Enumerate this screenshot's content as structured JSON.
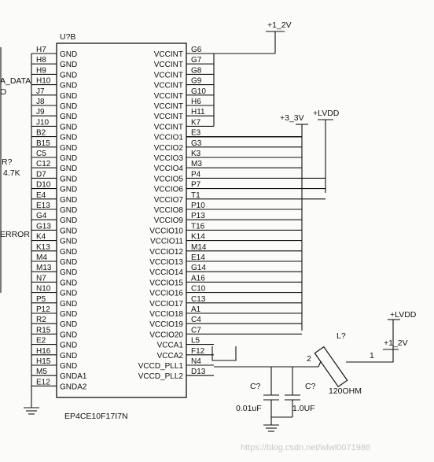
{
  "part": {
    "ref": "U?B",
    "name": "EP4CE10F17I7N"
  },
  "left_pins": [
    {
      "pin": "H7",
      "name": "GND"
    },
    {
      "pin": "H8",
      "name": "GND"
    },
    {
      "pin": "H9",
      "name": "GND"
    },
    {
      "pin": "H10",
      "name": "GND"
    },
    {
      "pin": "J7",
      "name": "GND"
    },
    {
      "pin": "J8",
      "name": "GND"
    },
    {
      "pin": "J9",
      "name": "GND"
    },
    {
      "pin": "J10",
      "name": "GND"
    },
    {
      "pin": "B2",
      "name": "GND"
    },
    {
      "pin": "B15",
      "name": "GND"
    },
    {
      "pin": "C5",
      "name": "GND"
    },
    {
      "pin": "C12",
      "name": "GND"
    },
    {
      "pin": "D7",
      "name": "GND"
    },
    {
      "pin": "D10",
      "name": "GND"
    },
    {
      "pin": "E4",
      "name": "GND"
    },
    {
      "pin": "E13",
      "name": "GND"
    },
    {
      "pin": "G4",
      "name": "GND"
    },
    {
      "pin": "G13",
      "name": "GND"
    },
    {
      "pin": "K4",
      "name": "GND"
    },
    {
      "pin": "K13",
      "name": "GND"
    },
    {
      "pin": "M4",
      "name": "GND"
    },
    {
      "pin": "M13",
      "name": "GND"
    },
    {
      "pin": "N7",
      "name": "GND"
    },
    {
      "pin": "N10",
      "name": "GND"
    },
    {
      "pin": "P5",
      "name": "GND"
    },
    {
      "pin": "P12",
      "name": "GND"
    },
    {
      "pin": "R2",
      "name": "GND"
    },
    {
      "pin": "R15",
      "name": "GND"
    },
    {
      "pin": "E2",
      "name": "GND"
    },
    {
      "pin": "H16",
      "name": "GND"
    },
    {
      "pin": "H15",
      "name": "GND"
    },
    {
      "pin": "M5",
      "name": "GNDA1"
    },
    {
      "pin": "E12",
      "name": "GNDA2"
    }
  ],
  "right_pins": [
    {
      "pin": "G6",
      "name": "VCCINT"
    },
    {
      "pin": "G7",
      "name": "VCCINT"
    },
    {
      "pin": "G8",
      "name": "VCCINT"
    },
    {
      "pin": "G9",
      "name": "VCCINT"
    },
    {
      "pin": "G10",
      "name": "VCCINT"
    },
    {
      "pin": "H6",
      "name": "VCCINT"
    },
    {
      "pin": "H11",
      "name": "VCCINT"
    },
    {
      "pin": "K7",
      "name": "VCCINT"
    },
    {
      "pin": "E3",
      "name": "VCCIO1"
    },
    {
      "pin": "G3",
      "name": "VCCIO2"
    },
    {
      "pin": "K3",
      "name": "VCCIO3"
    },
    {
      "pin": "M3",
      "name": "VCCIO4"
    },
    {
      "pin": "P4",
      "name": "VCCIO5"
    },
    {
      "pin": "P7",
      "name": "VCCIO6"
    },
    {
      "pin": "T1",
      "name": "VCCIO7"
    },
    {
      "pin": "P10",
      "name": "VCCIO8"
    },
    {
      "pin": "P13",
      "name": "VCCIO9"
    },
    {
      "pin": "T16",
      "name": "VCCIO10"
    },
    {
      "pin": "K14",
      "name": "VCCIO11"
    },
    {
      "pin": "M14",
      "name": "VCCIO12"
    },
    {
      "pin": "E14",
      "name": "VCCIO13"
    },
    {
      "pin": "G14",
      "name": "VCCIO14"
    },
    {
      "pin": "A16",
      "name": "VCCIO15"
    },
    {
      "pin": "C10",
      "name": "VCCIO16"
    },
    {
      "pin": "C13",
      "name": "VCCIO17"
    },
    {
      "pin": "A1",
      "name": "VCCIO18"
    },
    {
      "pin": "C4",
      "name": "VCCIO19"
    },
    {
      "pin": "C7",
      "name": "VCCIO20"
    },
    {
      "pin": "L5",
      "name": "VCCA1"
    },
    {
      "pin": "F12",
      "name": "VCCA2"
    },
    {
      "pin": "N4",
      "name": "VCCD_PLL1"
    },
    {
      "pin": "D13",
      "name": "VCCD_PLL2"
    }
  ],
  "nets": {
    "v12_top": "+1_2V",
    "v33": "+3_3V",
    "lvdd_top": "+LVDD",
    "lvdd_right": "+LVDD",
    "v12_right": "+1_2V"
  },
  "side_labels": {
    "a_data": "A_DATA",
    "o": "O",
    "r_ref": "R?",
    "r_val": "4.7K",
    "error": "ERROR"
  },
  "components": {
    "inductor_ref": "L?",
    "inductor_val": "120OHM",
    "inductor_pin2": "2",
    "inductor_pin1": "1",
    "cap1_ref": "C?",
    "cap1_val": "0.01uF",
    "cap2_ref": "C?",
    "cap2_val": "1.0UF"
  },
  "watermark": "https://blog.csdn.net/wlwl0071986"
}
